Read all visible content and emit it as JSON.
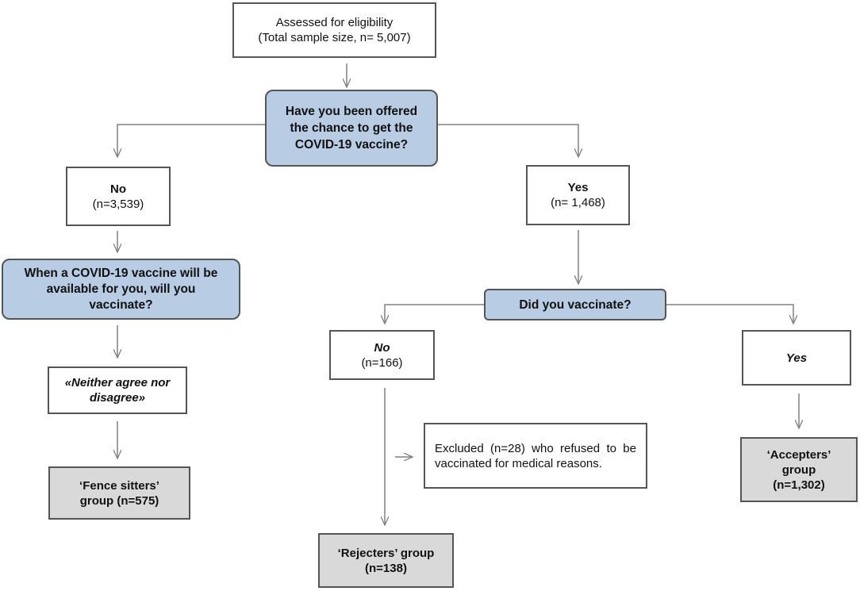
{
  "colors": {
    "question_fill": "#b8cce4",
    "group_fill": "#d9d9d9",
    "border": "#555555",
    "arrow": "#808080"
  },
  "boxes": {
    "eligibility": {
      "line1": "Assessed for eligibility",
      "line2": "(Total  sample size, n= 5,007)"
    },
    "offered_question": {
      "line1": "Have you been offered",
      "line2": "the chance to get the",
      "line3": "COVID-19 vaccine?"
    },
    "no_offered": {
      "title": "No",
      "count": "(n=3,539)"
    },
    "yes_offered": {
      "title": "Yes",
      "count": "(n= 1,468)"
    },
    "available_question": {
      "line1": "When a COVID-19  vaccine will be",
      "line2": "available for you, will you",
      "line3": "vaccinate?"
    },
    "neither": {
      "line1": "«Neither agree nor",
      "line2": "disagree»"
    },
    "fence_sitters": {
      "line1": "‘Fence sitters’",
      "line2": "group (n=575)"
    },
    "vaccinate_question": {
      "label": "Did you vaccinate?"
    },
    "no_vaccinated": {
      "title": "No",
      "count": "(n=166)"
    },
    "yes_vaccinated": {
      "title": "Yes"
    },
    "excluded": {
      "text": "Excluded (n=28) who refused to be vaccinated for medical reasons."
    },
    "rejecters": {
      "line1": "‘Rejecters’ group",
      "line2": "(n=138)"
    },
    "accepters": {
      "line1": "‘Accepters’",
      "line2": "group",
      "line3": "(n=1,302)"
    }
  }
}
